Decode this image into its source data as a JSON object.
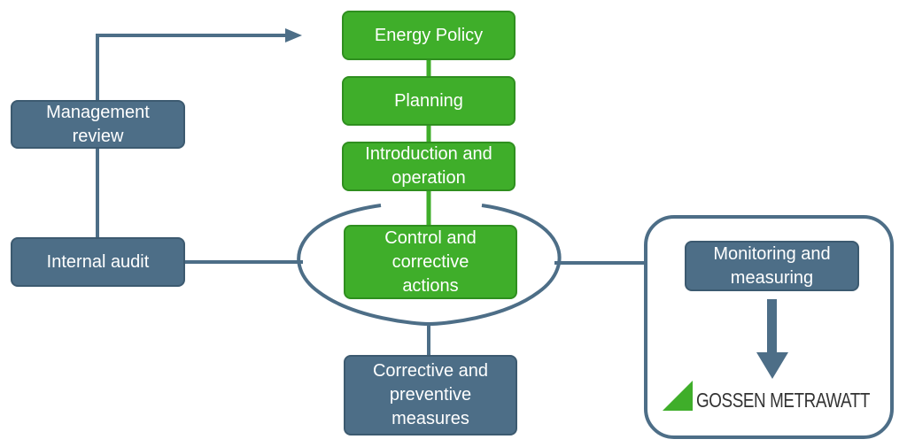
{
  "colors": {
    "green": "#3fae2a",
    "blue": "#4d6e87",
    "line": "#4d6e87",
    "logo_green": "#3fae2a"
  },
  "cycle": {
    "energy_policy": "Energy Policy",
    "planning": "Planning",
    "introduction": "Introduction and operation",
    "control": "Control and corrective actions"
  },
  "side": {
    "management_review": "Management review",
    "internal_audit": "Internal audit",
    "corrective_preventive": "Corrective and preventive measures"
  },
  "monitoring": {
    "label": "Monitoring and measuring",
    "brand": "GOSSEN METRAWATT"
  }
}
